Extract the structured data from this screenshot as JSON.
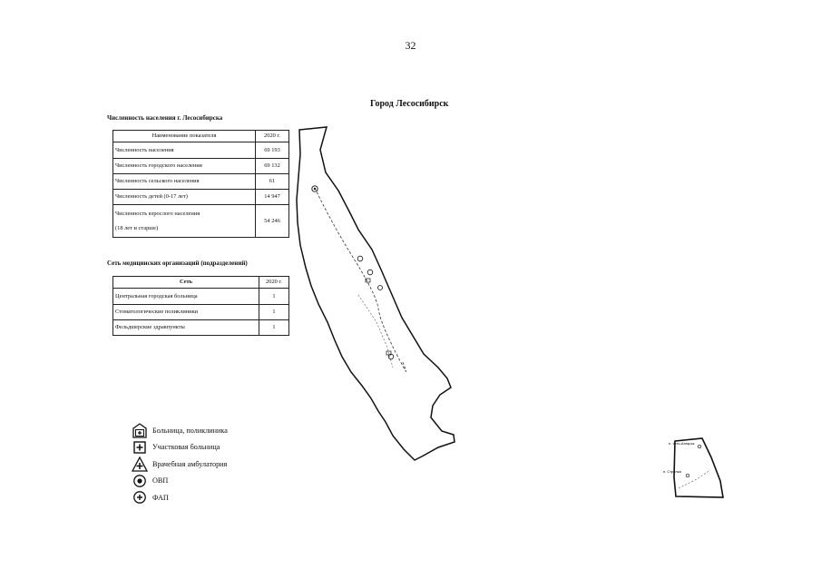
{
  "page_number": "32",
  "map_title": "Город Лесосибирск",
  "population": {
    "title": "Численность населения г. Лесосибирска",
    "headers": [
      "Наименование показателя",
      "2020 г."
    ],
    "rows": [
      {
        "label": "Численность населения",
        "value": "69 193"
      },
      {
        "label": "Численность городского населения",
        "value": "69 132"
      },
      {
        "label": "Численность сельского населения",
        "value": "61"
      },
      {
        "label": "Численность детей (0-17 лет)",
        "value": "14 947"
      },
      {
        "label": "Численность взрослого населения",
        "label2": "(18 лет и старше)",
        "value": "54 246"
      }
    ]
  },
  "network": {
    "title": "Сеть медицинских организаций (подразделений)",
    "headers": [
      "Сеть",
      "2020 г."
    ],
    "rows": [
      {
        "label": "Центральная городская больница",
        "value": "1"
      },
      {
        "label": "Стоматологические поликлиники",
        "value": "1"
      },
      {
        "label": "Фельдшерские здравпункты",
        "value": "1"
      }
    ]
  },
  "legend": [
    {
      "icon": "hospital-polyclinic-icon",
      "label": "Больница, поликлиника"
    },
    {
      "icon": "district-hospital-icon",
      "label": "Участковая больница"
    },
    {
      "icon": "medical-ambulatory-icon",
      "label": "Врачебная амбулатория"
    },
    {
      "icon": "ovp-icon",
      "label": "ОВП"
    },
    {
      "icon": "fap-icon",
      "label": "ФАП"
    }
  ],
  "inset_map": {
    "labels": [
      "п. Усть-Ангарск",
      "п. Стрелка"
    ]
  }
}
